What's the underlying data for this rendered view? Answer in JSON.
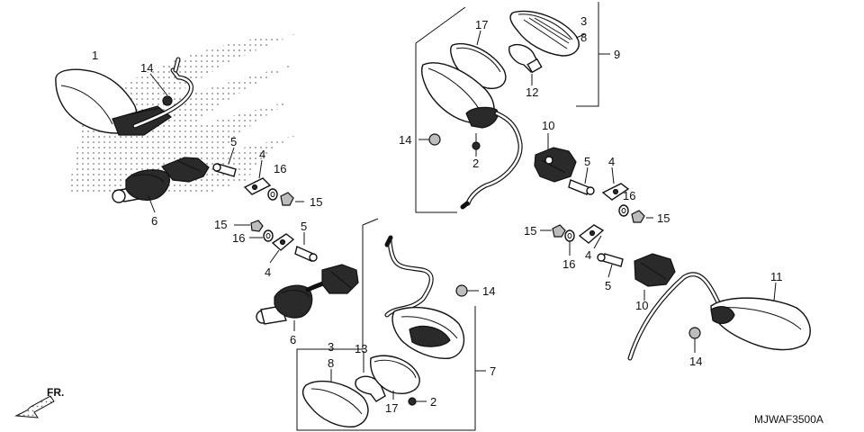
{
  "diagram_code": "MJWAF3500A",
  "front_marker": "FR.",
  "callouts": [
    {
      "id": "c1",
      "text": "1"
    },
    {
      "id": "c14a",
      "text": "14"
    },
    {
      "id": "c5a",
      "text": "5"
    },
    {
      "id": "c4a",
      "text": "4"
    },
    {
      "id": "c16a",
      "text": "16"
    },
    {
      "id": "c15a",
      "text": "15"
    },
    {
      "id": "c6a",
      "text": "6"
    },
    {
      "id": "c15b",
      "text": "15"
    },
    {
      "id": "c16b",
      "text": "16"
    },
    {
      "id": "c5b",
      "text": "5"
    },
    {
      "id": "c4b",
      "text": "4"
    },
    {
      "id": "c6b",
      "text": "6"
    },
    {
      "id": "c17a",
      "text": "17"
    },
    {
      "id": "c3a",
      "text": "3"
    },
    {
      "id": "c8a",
      "text": "8"
    },
    {
      "id": "c9",
      "text": "9"
    },
    {
      "id": "c12",
      "text": "12"
    },
    {
      "id": "c14b",
      "text": "14"
    },
    {
      "id": "c2a",
      "text": "2"
    },
    {
      "id": "c10a",
      "text": "10"
    },
    {
      "id": "c5c",
      "text": "5"
    },
    {
      "id": "c4c",
      "text": "4"
    },
    {
      "id": "c16c",
      "text": "16"
    },
    {
      "id": "c15c",
      "text": "15"
    },
    {
      "id": "c15d",
      "text": "15"
    },
    {
      "id": "c16d",
      "text": "16"
    },
    {
      "id": "c4d",
      "text": "4"
    },
    {
      "id": "c5d",
      "text": "5"
    },
    {
      "id": "c10b",
      "text": "10"
    },
    {
      "id": "c11",
      "text": "11"
    },
    {
      "id": "c14c",
      "text": "14"
    },
    {
      "id": "c14d",
      "text": "14"
    },
    {
      "id": "c3b",
      "text": "3"
    },
    {
      "id": "c8b",
      "text": "8"
    },
    {
      "id": "c13",
      "text": "13"
    },
    {
      "id": "c17b",
      "text": "17"
    },
    {
      "id": "c2b",
      "text": "2"
    },
    {
      "id": "c7",
      "text": "7"
    }
  ]
}
